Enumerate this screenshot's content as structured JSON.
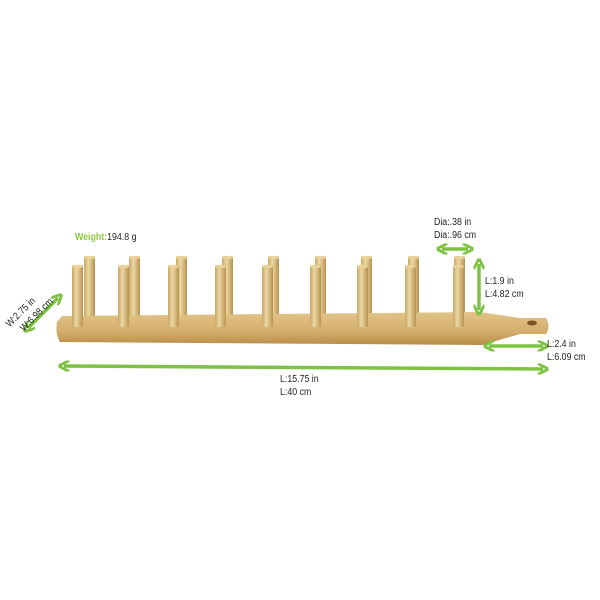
{
  "colors": {
    "arrow": "#7dc242",
    "wood": "#d9b877",
    "wood_dark": "#b8904e",
    "weight_label": "#8cc63f"
  },
  "weight": {
    "label": "Weight:",
    "value": "194.8 g"
  },
  "width_dim": {
    "in": "W:2.75 in",
    "cm": "W:6.98 cm"
  },
  "diameter_dim": {
    "in": "Dia:.38 in",
    "cm": "Dia:.96 cm"
  },
  "peg_height_dim": {
    "in": "L:1.9 in",
    "cm": "L:4.82 cm"
  },
  "handle_dim": {
    "in": "L:2.4 in",
    "cm": "L:6.09 cm"
  },
  "length_dim": {
    "in": "L:15.75 in",
    "cm": "L:40 cm"
  }
}
